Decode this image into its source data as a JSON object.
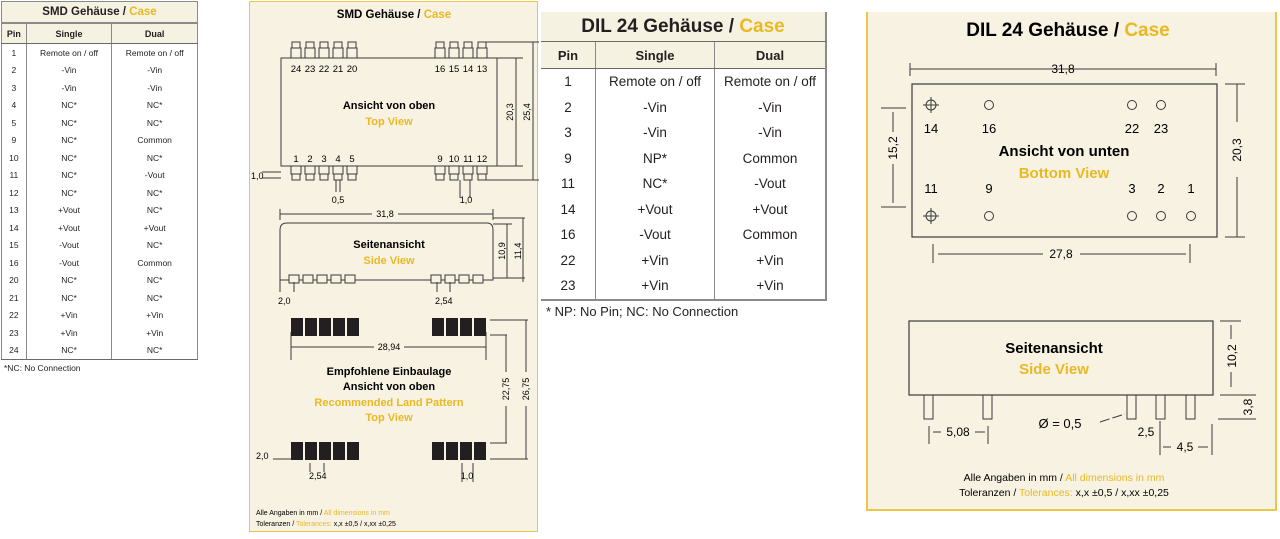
{
  "colors": {
    "accent": "#e8b923",
    "panel_bg": "#f7f2e2",
    "panel_border": "#eac74a",
    "header_bg": "#f6f2e1",
    "text": "#231f20"
  },
  "smd_table": {
    "title_de": "SMD Gehäuse /",
    "title_en": "Case",
    "headers": [
      "Pin",
      "Single",
      "Dual"
    ],
    "rows": [
      [
        "1",
        "Remote on / off",
        "Remote on / off"
      ],
      [
        "2",
        "-Vin",
        "-Vin"
      ],
      [
        "3",
        "-Vin",
        "-Vin"
      ],
      [
        "4",
        "NC*",
        "NC*"
      ],
      [
        "5",
        "NC*",
        "NC*"
      ],
      [
        "9",
        "NC*",
        "Common"
      ],
      [
        "10",
        "NC*",
        "NC*"
      ],
      [
        "11",
        "NC*",
        "-Vout"
      ],
      [
        "12",
        "NC*",
        "NC*"
      ],
      [
        "13",
        "+Vout",
        "NC*"
      ],
      [
        "14",
        "+Vout",
        "+Vout"
      ],
      [
        "15",
        "-Vout",
        "NC*"
      ],
      [
        "16",
        "-Vout",
        "Common"
      ],
      [
        "20",
        "NC*",
        "NC*"
      ],
      [
        "21",
        "NC*",
        "NC*"
      ],
      [
        "22",
        "+Vin",
        "+Vin"
      ],
      [
        "23",
        "+Vin",
        "+Vin"
      ],
      [
        "24",
        "NC*",
        "NC*"
      ]
    ],
    "footnote": "*NC: No Connection"
  },
  "smd_drawing": {
    "title_de": "SMD Gehäuse /",
    "title_en": "Case",
    "top_view": {
      "label_de": "Ansicht von oben",
      "label_en": "Top View",
      "top_pins": [
        "24",
        "23",
        "22",
        "21",
        "20",
        "16",
        "15",
        "14",
        "13"
      ],
      "bottom_pins": [
        "1",
        "2",
        "3",
        "4",
        "5",
        "9",
        "10",
        "11",
        "12"
      ],
      "dims": {
        "body_height": "20,3",
        "total_height": "25,4",
        "pad_length": "1,0",
        "pin_width": "0,5",
        "pin_pitch_gap": "1,0"
      }
    },
    "side_view": {
      "label_de": "Seitenansicht",
      "label_en": "Side View",
      "dims": {
        "length": "31,8",
        "body_height": "10,9",
        "total_height": "11,4",
        "offset": "2,0",
        "pitch": "2,54"
      }
    },
    "land_pattern": {
      "label_de_1": "Empfohlene Einbaulage",
      "label_de_2": "Ansicht von oben",
      "label_en_1": "Recommended Land Pattern",
      "label_en_2": "Top View",
      "dims": {
        "width": "28,94",
        "inner": "22,75",
        "outer": "26,75",
        "pad_length": "2,0",
        "pitch": "2,54",
        "pad_width": "1,0"
      }
    },
    "footer": {
      "line1_de": "Alle Angaben in mm /",
      "line1_en": "All dimensions in mm",
      "line2_de": "Toleranzen /",
      "line2_en": "Tolerances:",
      "line2_values": "x,x ±0,5 / x,xx ±0,25"
    }
  },
  "dil_table": {
    "title_de": "DIL 24 Gehäuse /",
    "title_en": "Case",
    "headers": [
      "Pin",
      "Single",
      "Dual"
    ],
    "rows": [
      [
        "1",
        "Remote on / off",
        "Remote on / off"
      ],
      [
        "2",
        "-Vin",
        "-Vin"
      ],
      [
        "3",
        "-Vin",
        "-Vin"
      ],
      [
        "9",
        "NP*",
        "Common"
      ],
      [
        "11",
        "NC*",
        "-Vout"
      ],
      [
        "14",
        "+Vout",
        "+Vout"
      ],
      [
        "16",
        "-Vout",
        "Common"
      ],
      [
        "22",
        "+Vin",
        "+Vin"
      ],
      [
        "23",
        "+Vin",
        "+Vin"
      ]
    ],
    "footnote": "* NP: No Pin; NC: No Connection"
  },
  "dil_drawing": {
    "title_de": "DIL 24 Gehäuse /",
    "title_en": "Case",
    "bottom_view": {
      "label_de": "Ansicht von unten",
      "label_en": "Bottom View",
      "top_pins": [
        "14",
        "16",
        "22",
        "23"
      ],
      "bottom_pins": [
        "11",
        "9",
        "3",
        "2",
        "1"
      ],
      "dims": {
        "length": "31,8",
        "row_spacing": "15,2",
        "width": "20,3",
        "pin_span": "27,8"
      }
    },
    "side_view": {
      "label_de": "Seitenansicht",
      "label_en": "Side View",
      "dims": {
        "body_height": "10,2",
        "pin_length": "3,8",
        "pitch": "5,08",
        "diameter": "Ø = 0,5",
        "offset": "2,5",
        "end_offset": "4,5"
      }
    },
    "footer": {
      "line1_de": "Alle Angaben in mm /",
      "line1_en": "All dimensions in mm",
      "line2_de": "Toleranzen /",
      "line2_en": "Tolerances:",
      "line2_values": "x,x ±0,5 / x,xx ±0,25"
    }
  }
}
